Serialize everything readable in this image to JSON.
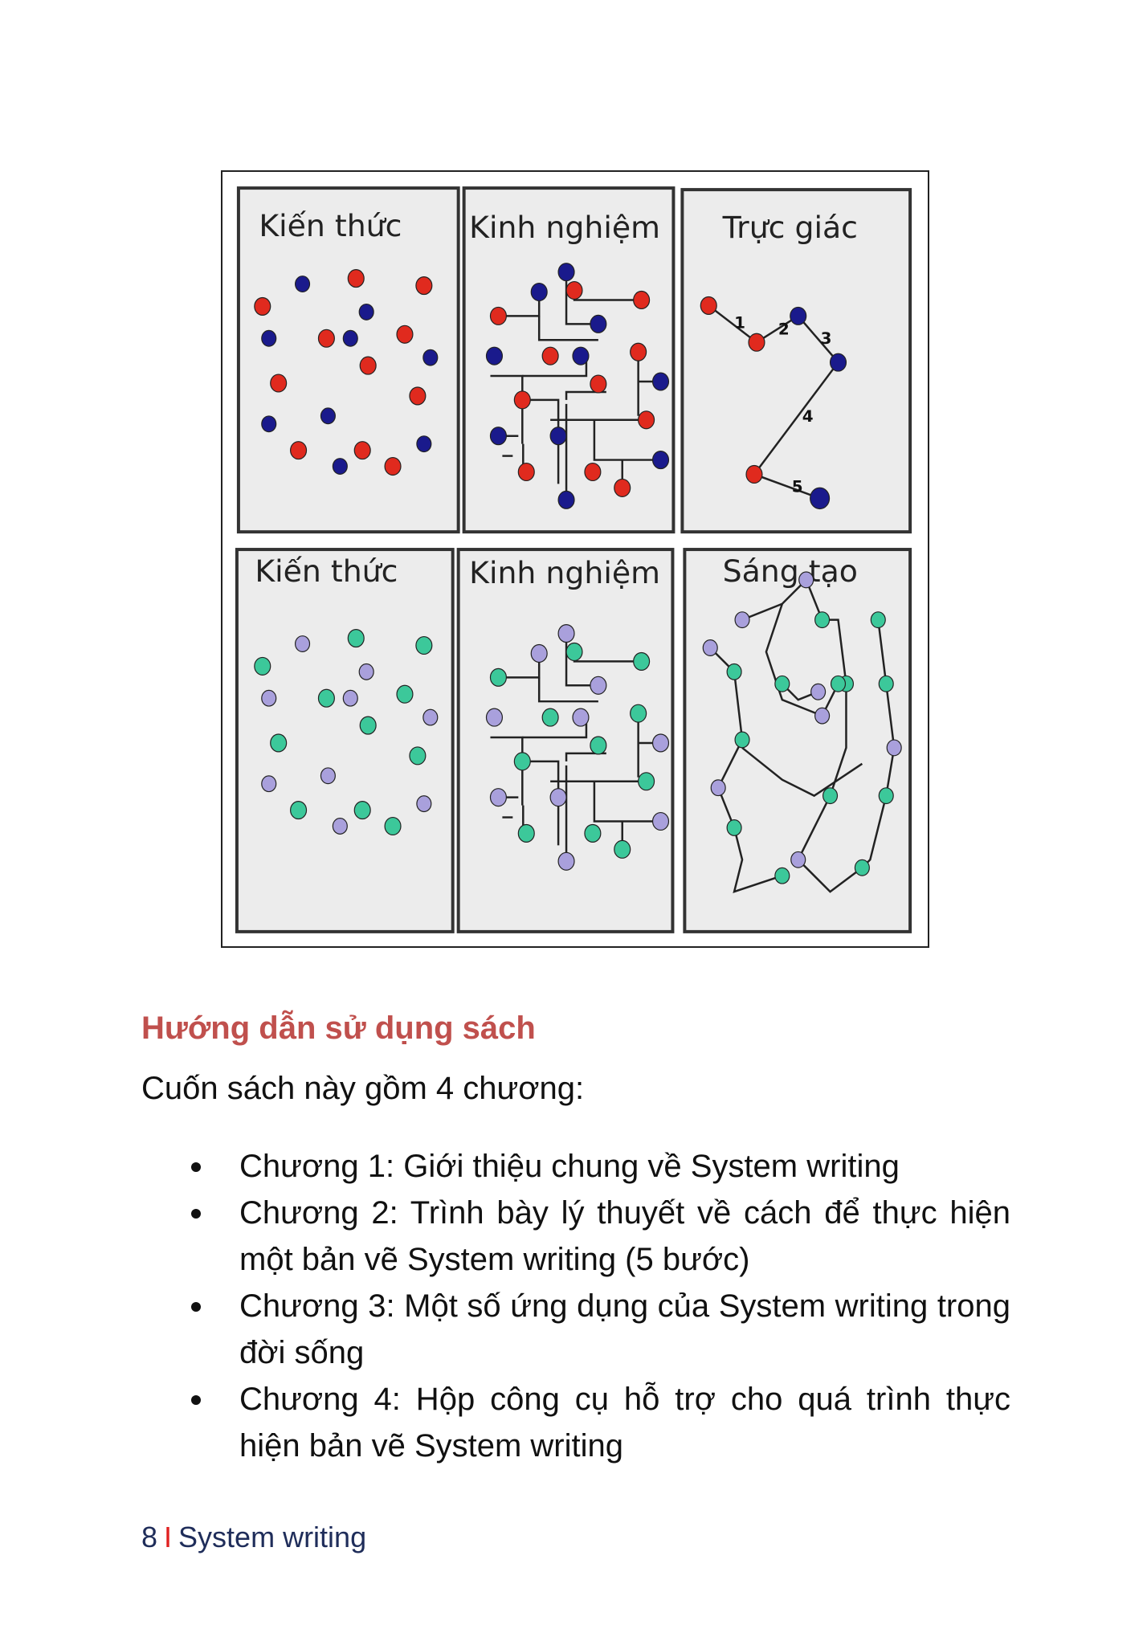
{
  "figure": {
    "panels": [
      {
        "title": "Kiến thức"
      },
      {
        "title": "Kinh nghiệm"
      },
      {
        "title": "Trực giác"
      },
      {
        "title": "Kiến thức"
      },
      {
        "title": "Kinh nghiệm"
      },
      {
        "title": "Sáng tạo"
      }
    ],
    "steps": [
      "1",
      "2",
      "3",
      "4",
      "5"
    ],
    "colors": {
      "red": "#e02a1e",
      "blue": "#1a1a8c",
      "green": "#3cc89a",
      "purple": "#a9a0dc",
      "panel": "#ececec"
    }
  },
  "section": {
    "heading": "Hướng dẫn sử dụng sách",
    "intro": "Cuốn sách này gồm 4 chương:",
    "chapters": [
      "Chương 1: Giới thiệu chung về System writing",
      "Chương 2: Trình bày lý thuyết về cách để thực hiện một bản vẽ System writing (5 bước)",
      "Chương 3: Một số ứng dụng của System writing trong đời sống",
      "Chương 4: Hộp công cụ hỗ trợ cho quá trình thực hiện bản vẽ System writing"
    ]
  },
  "footer": {
    "page_number": "8",
    "separator": "I",
    "book_title": "System writing"
  }
}
